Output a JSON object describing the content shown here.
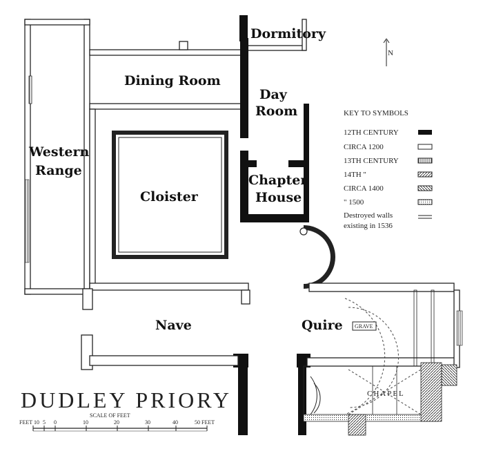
{
  "rooms": {
    "dormitory": "Dormitory",
    "dining_room": "Dining Room",
    "day_room_1": "Day",
    "day_room_2": "Room",
    "western_range_1": "Western",
    "western_range_2": "Range",
    "cloister": "Cloister",
    "chapter_house_1": "Chapter",
    "chapter_house_2": "House",
    "nave": "Nave",
    "quire": "Quire",
    "chapel": "CHAPEL",
    "grave": "GRAVE"
  },
  "title": "DUDLEY PRIORY",
  "scale": {
    "label": "SCALE OF FEET",
    "ticks": [
      "FEET 10",
      "5",
      "0",
      "10",
      "20",
      "30",
      "40",
      "50 FEET"
    ]
  },
  "north_label": "N",
  "key": {
    "title": "KEY TO SYMBOLS",
    "items": [
      {
        "label": "12TH CENTURY",
        "pattern": "solid"
      },
      {
        "label": "CIRCA 1200",
        "pattern": "outline"
      },
      {
        "label": "13TH CENTURY",
        "pattern": "vertical-hatch"
      },
      {
        "label": "14TH \"",
        "pattern": "diagonal-hatch"
      },
      {
        "label": "CIRCA 1400",
        "pattern": "cross-diagonal"
      },
      {
        "label": "\" 1500",
        "pattern": "stipple"
      },
      {
        "label": "Destroyed walls",
        "pattern": "double-line"
      },
      {
        "label": "existing in 1536",
        "pattern": ""
      }
    ]
  }
}
